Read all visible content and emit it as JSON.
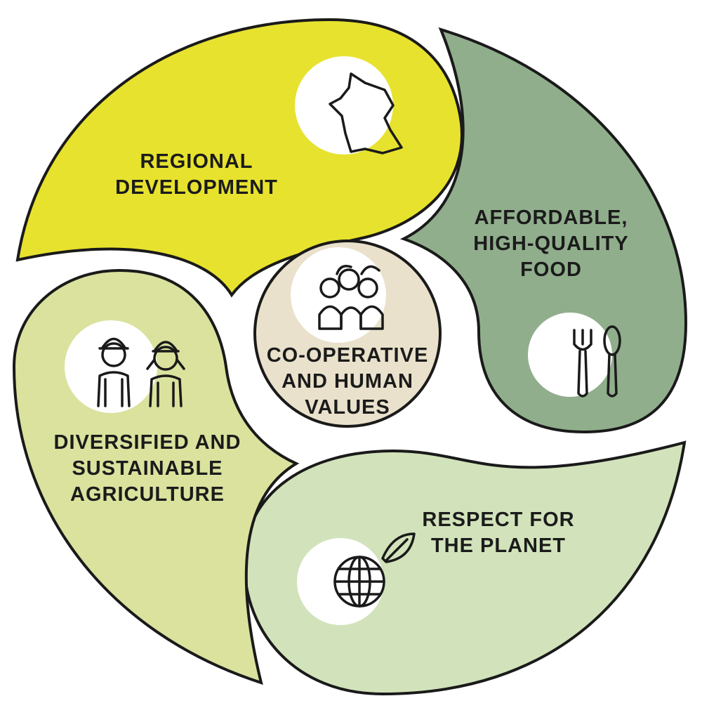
{
  "segments": [
    {
      "id": "regional",
      "label_lines": [
        "REGIONAL",
        "DEVELOPMENT"
      ],
      "icon": "france-map-icon",
      "color": "#e7e22e"
    },
    {
      "id": "food",
      "label_lines": [
        "AFFORDABLE,",
        "HIGH-QUALITY",
        "FOOD"
      ],
      "icon": "fork-spoon-icon",
      "color": "#90ae8c"
    },
    {
      "id": "planet",
      "label_lines": [
        "RESPECT FOR",
        "THE PLANET"
      ],
      "icon": "globe-leaf-icon",
      "color": "#d2e3bb"
    },
    {
      "id": "agriculture",
      "label_lines": [
        "DIVERSIFIED AND",
        "SUSTAINABLE",
        "AGRICULTURE"
      ],
      "icon": "farmers-icon",
      "color": "#dae29e"
    }
  ],
  "center": {
    "label_lines": [
      "CO-OPERATIVE",
      "AND HUMAN",
      "VALUES"
    ],
    "icon": "people-group-icon",
    "color": "#e9e1cb"
  }
}
